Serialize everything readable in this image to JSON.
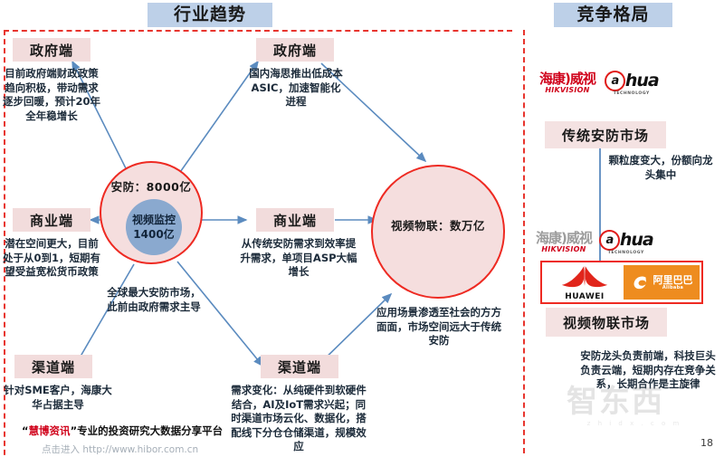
{
  "slide": {
    "page_number": "18",
    "left_panel_title": "行业趋势",
    "right_panel_title": "竞争格局"
  },
  "colors": {
    "title_bg": "#bdd0e8",
    "node_bg": "#f2dcdc",
    "circle_fill": "#f5dede",
    "circle_stroke": "#ee2a22",
    "inner_circle": "#8aa9cf",
    "arrow": "#5b8bbf",
    "dashed_border": "#e8352e",
    "alibaba_orange": "#ee8c1f",
    "hikvision_red": "#d0021b"
  },
  "left_panel": {
    "center": {
      "outer_label": "安防：8000亿",
      "inner_label": "视频监控\n1400亿",
      "inner_line1": "视频监控",
      "inner_line2": "1400亿",
      "caption": "全球最大安防市场，此前由政府需求主导"
    },
    "right_center": {
      "label": "视频物联：数万亿",
      "caption": "应用场景渗透至社会的方方面面，市场空间远大于传统安防"
    },
    "nodes": [
      {
        "id": "gov-left",
        "title": "政府端",
        "body": "目前政府端财政政策趋向积极，带动需求逐步回暖，预计20年全年稳增长"
      },
      {
        "id": "gov-right",
        "title": "政府端",
        "body": "国内海思推出低成本ASIC，加速智能化进程"
      },
      {
        "id": "biz-left",
        "title": "商业端",
        "body": "潜在空间更大，目前处于从0到1，短期有望受益宽松货币政策"
      },
      {
        "id": "biz-right",
        "title": "商业端",
        "body": "从传统安防需求到效率提升需求，单项目ASP大幅增长"
      },
      {
        "id": "channel-left",
        "title": "渠道端",
        "body": "针对SME客户，海康大华占据主导"
      },
      {
        "id": "channel-right",
        "title": "渠道端",
        "body": "需求变化：从纯硬件到软硬件结合，AI及IoT需求兴起；同时渠道市场云化、数据化，搭配线下分仓仓储渠道，规模效应"
      }
    ]
  },
  "right_panel": {
    "traditional": {
      "market_label": "传统安防市场",
      "logos": [
        "海康威视 HIKVISION",
        "dahua TECHNOLOGY"
      ],
      "note": "颗粒度变大，份额向龙头集中"
    },
    "video_iot": {
      "market_label": "视频物联市场",
      "logos": [
        "海康威视 HIKVISION",
        "dahua TECHNOLOGY",
        "HUAWEI",
        "阿里巴巴 Alibaba"
      ],
      "note": "安防龙头负责前端，科技巨头负责云端，短期内存在竞争关系，长期合作是主旋律"
    },
    "hikvision": {
      "cn": "海康)威视",
      "en": "HIKVISION"
    },
    "dahua": {
      "a": "a",
      "name": "hua",
      "sub": "TECHNOLOGY"
    },
    "huawei": {
      "label": "HUAWEI"
    },
    "alibaba": {
      "cn": "阿里巴巴",
      "en": "Alibaba"
    }
  },
  "footer": {
    "brand": "慧博资讯",
    "quote_open": "“",
    "quote_close": "”",
    "tagline": "专业的投资研究大数据分享平台",
    "url": "点击进入 http://www.hibor.com.cn"
  },
  "watermark": {
    "text": "智东西",
    "sub": "z h i d x . c o m"
  }
}
